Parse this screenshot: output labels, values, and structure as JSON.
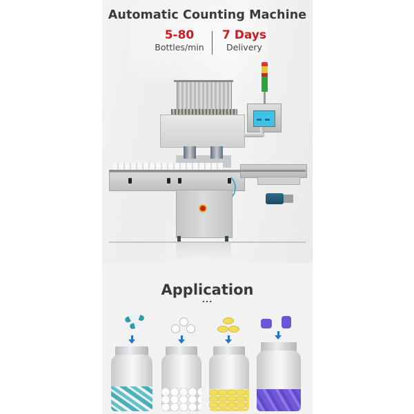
{
  "hero": {
    "title": "Automatic Counting Machine",
    "stats": [
      {
        "value": "5-80",
        "label": "Bottles/min"
      },
      {
        "value": "7 Days",
        "label": "Delivery"
      }
    ],
    "image": "automatic-counting-machine-photo",
    "accent_color": "#d01a1f"
  },
  "application": {
    "title": "Application",
    "dots": "...",
    "items": [
      {
        "name": "capsules",
        "color": "#3aa9b4"
      },
      {
        "name": "tablets",
        "color": "#ffffff"
      },
      {
        "name": "softgels",
        "color": "#f0db5a"
      },
      {
        "name": "gummies",
        "color": "#7258d9"
      }
    ],
    "arrow_color": "#1f73d6"
  }
}
